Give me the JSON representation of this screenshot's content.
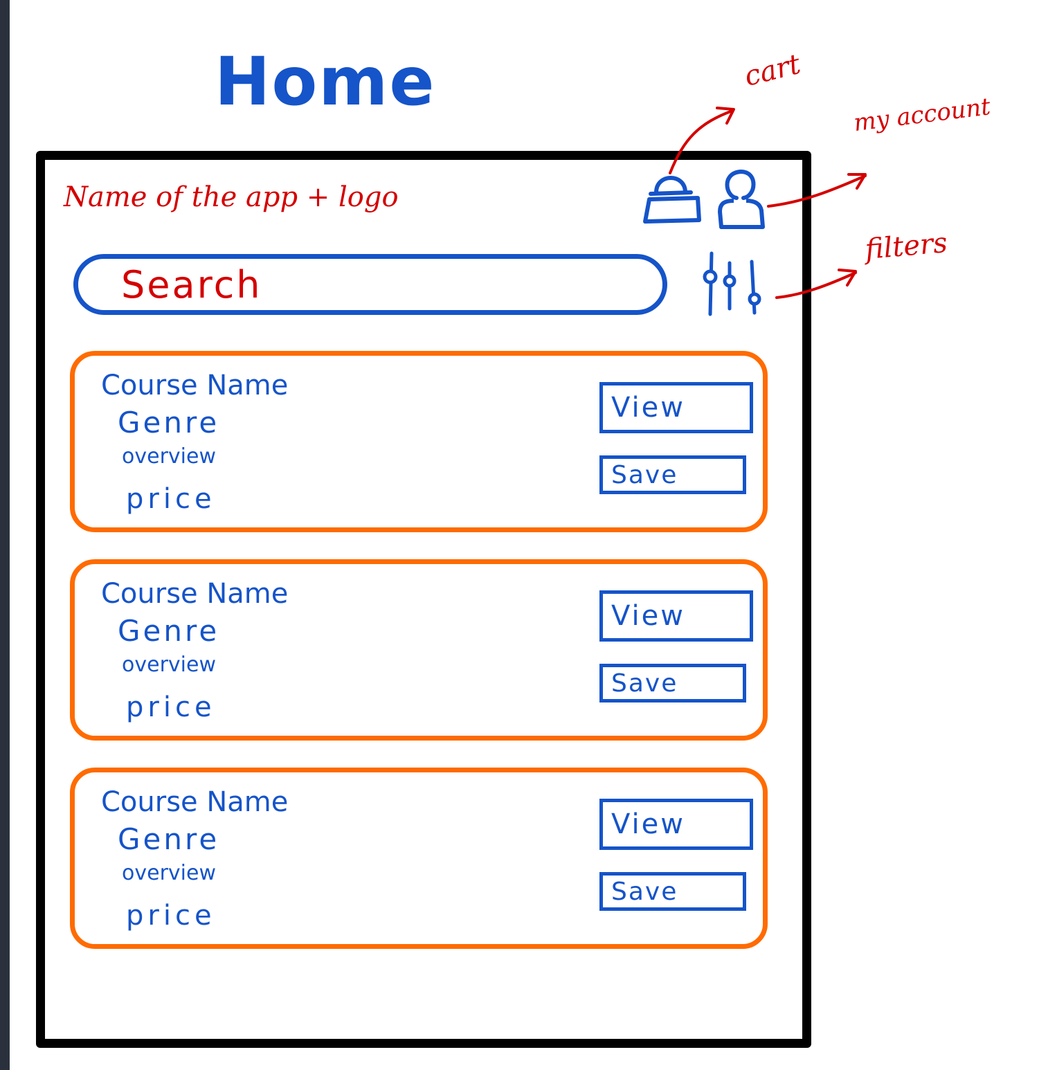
{
  "screen_title": "Home",
  "header": {
    "app_name": "Name of the app + logo",
    "cart_icon": "cart-icon",
    "account_icon": "account-icon"
  },
  "search": {
    "placeholder": "Search",
    "filters_icon": "filters-icon"
  },
  "courses": [
    {
      "name": "Course Name",
      "genre": "Genre",
      "overview": "overview",
      "price": "price",
      "view_label": "View",
      "save_label": "Save"
    },
    {
      "name": "Course Name",
      "genre": "Genre",
      "overview": "overview",
      "price": "price",
      "view_label": "View",
      "save_label": "Save"
    },
    {
      "name": "Course Name",
      "genre": "Genre",
      "overview": "overview",
      "price": "price",
      "view_label": "View",
      "save_label": "Save"
    }
  ],
  "annotations": {
    "cart": "cart",
    "my_account": "my account",
    "filters": "filters"
  },
  "colors": {
    "ink_blue": "#1554c9",
    "note_red": "#d40000",
    "card_orange": "#ff6b00",
    "frame_black": "#000000"
  }
}
